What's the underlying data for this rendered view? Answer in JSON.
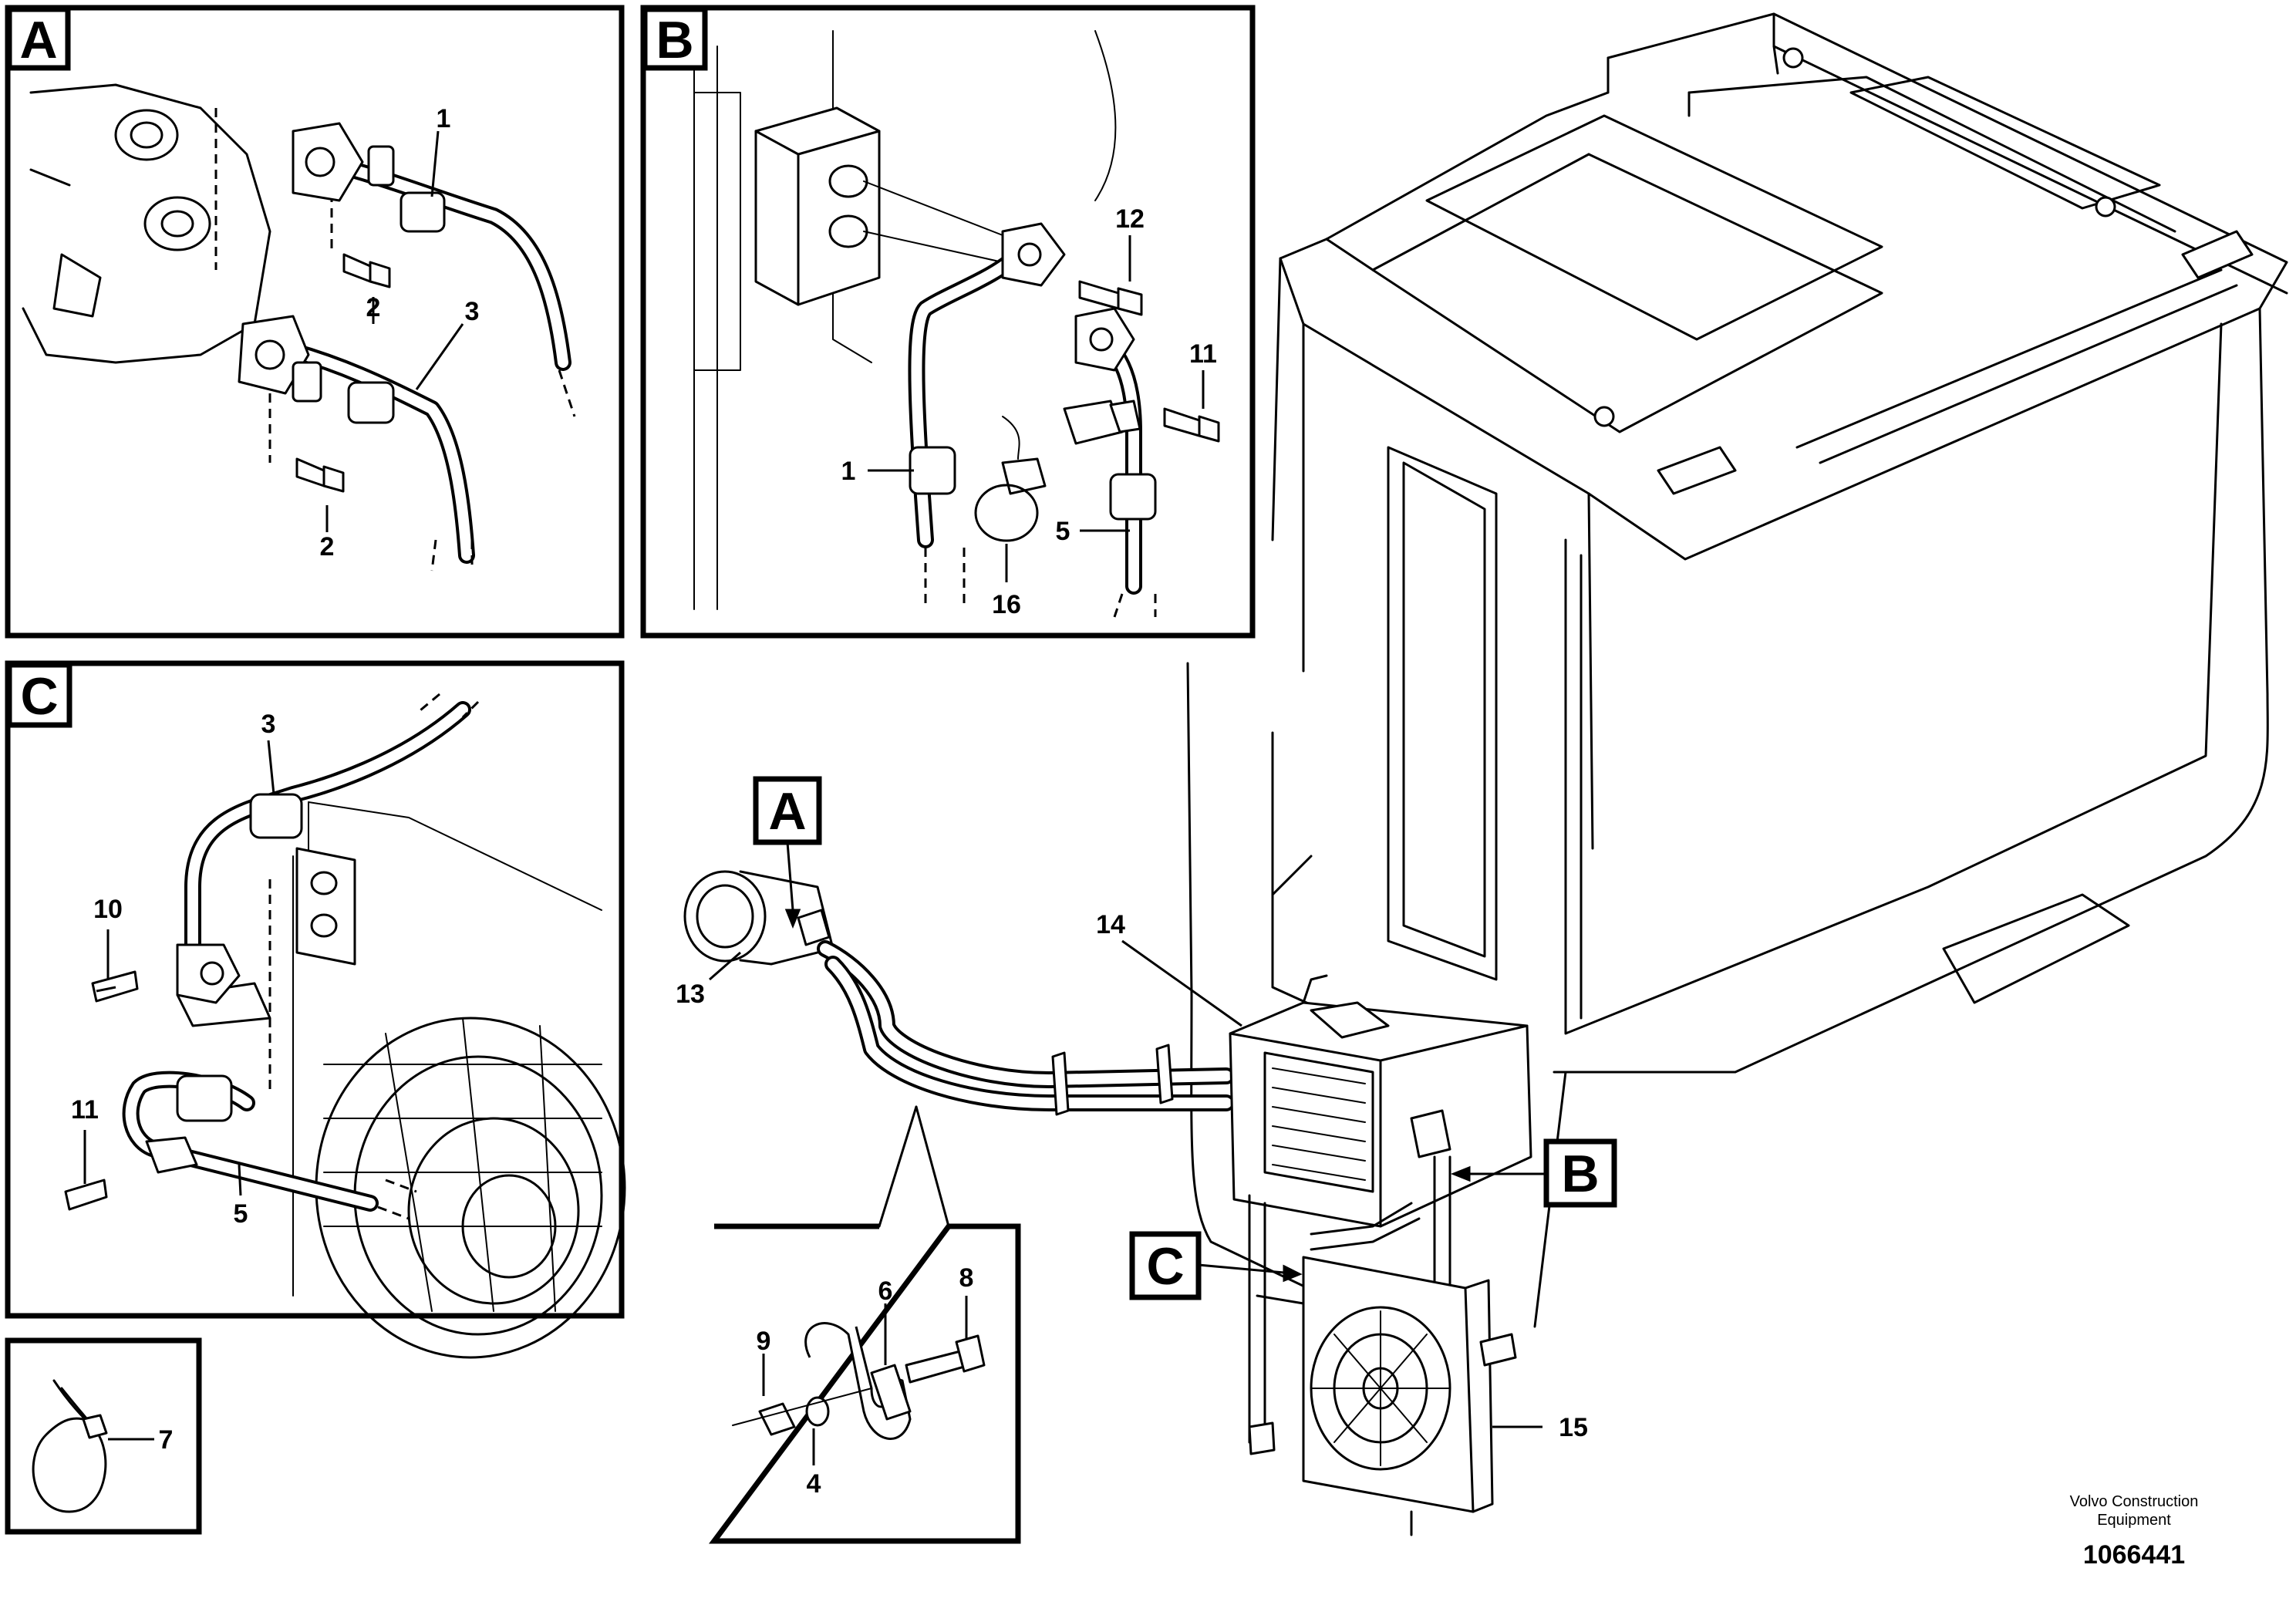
{
  "panels": {
    "A": {
      "letter": "A",
      "labels": {
        "hose_1": "1",
        "bolt_2a": "2",
        "hose_3": "3",
        "bolt_2b": "2"
      }
    },
    "B": {
      "letter": "B",
      "labels": {
        "bolt_12": "12",
        "bolt_11": "11",
        "hose_1": "1",
        "hose_5": "5",
        "cap_16": "16"
      }
    },
    "C": {
      "letter": "C",
      "labels": {
        "hose_3": "3",
        "bolt_10": "10",
        "bolt_11": "11",
        "hose_5": "5"
      }
    },
    "tie": {
      "label": "7"
    },
    "clamp": {
      "labels": {
        "bolt_8": "8",
        "clamp_6": "6",
        "nut_9": "9",
        "washer_4": "4"
      }
    }
  },
  "main": {
    "callouts": {
      "A": "A",
      "B": "B",
      "C": "C"
    },
    "labels": {
      "compressor_13": "13",
      "evaporator_14": "14",
      "condenser_15": "15"
    }
  },
  "footer": {
    "brand_line1": "Volvo Construction",
    "brand_line2": "Equipment",
    "drawing_number": "1066441"
  }
}
